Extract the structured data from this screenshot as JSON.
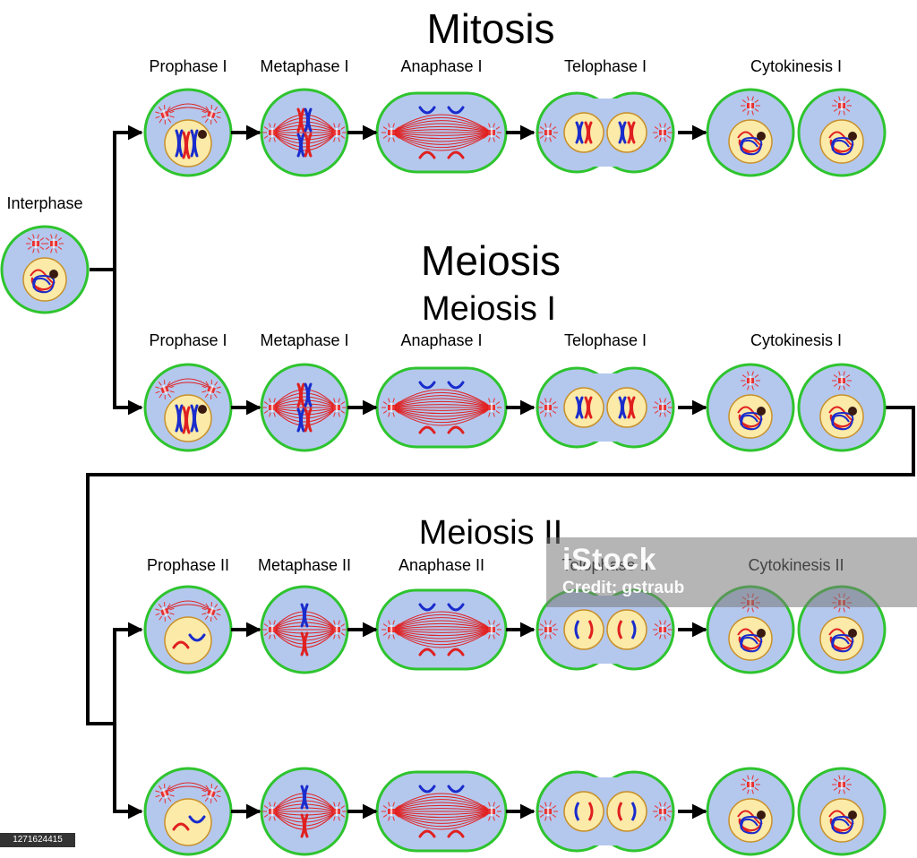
{
  "titles": {
    "mitosis": "Mitosis",
    "meiosis": "Meiosis",
    "meiosis1": "Meiosis I",
    "meiosis2": "Meiosis II"
  },
  "interphase_label": "Interphase",
  "rows": [
    {
      "id": "mitosis",
      "labels": [
        "Prophase I",
        "Metaphase I",
        "Anaphase I",
        "Telophase I",
        "Cytokinesis I"
      ]
    },
    {
      "id": "meiosis1",
      "labels": [
        "Prophase I",
        "Metaphase I",
        "Anaphase I",
        "Telophase I",
        "Cytokinesis I"
      ]
    },
    {
      "id": "meiosis2a",
      "labels": [
        "Prophase II",
        "Metaphase II",
        "Anaphase II",
        "Telophase II",
        "Cytokinesis II"
      ]
    },
    {
      "id": "meiosis2b",
      "labels": []
    }
  ],
  "watermark": {
    "brand": "iStock",
    "credit": "Credit: gstraub"
  },
  "stock_id": "1271624415",
  "colors": {
    "cell_fill": "#b4c8ee",
    "cell_border": "#2ec42e",
    "nucleus_fill": "#fbeaa8",
    "nucleus_border": "#c8902a",
    "chrom_red": "#e02020",
    "chrom_blue": "#1a2ccc",
    "centrosome": "#e83030",
    "nucleolus": "#3a1a10",
    "arrow": "#000000"
  }
}
